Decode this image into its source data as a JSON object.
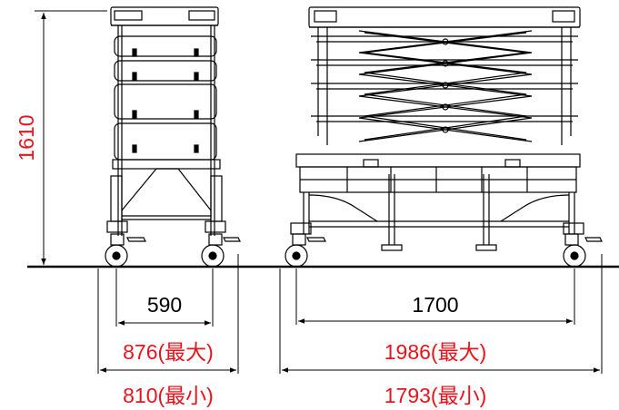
{
  "dimensions": {
    "height": "1610",
    "base_width_inner": "590",
    "width_max_small": "876(最大)",
    "width_min_small": "810(最小)",
    "wheelbase": "1700",
    "length_max": "1986(最大)",
    "length_min": "1793(最小)"
  },
  "colors": {
    "line": "#000000",
    "highlight": "#e8141c"
  }
}
